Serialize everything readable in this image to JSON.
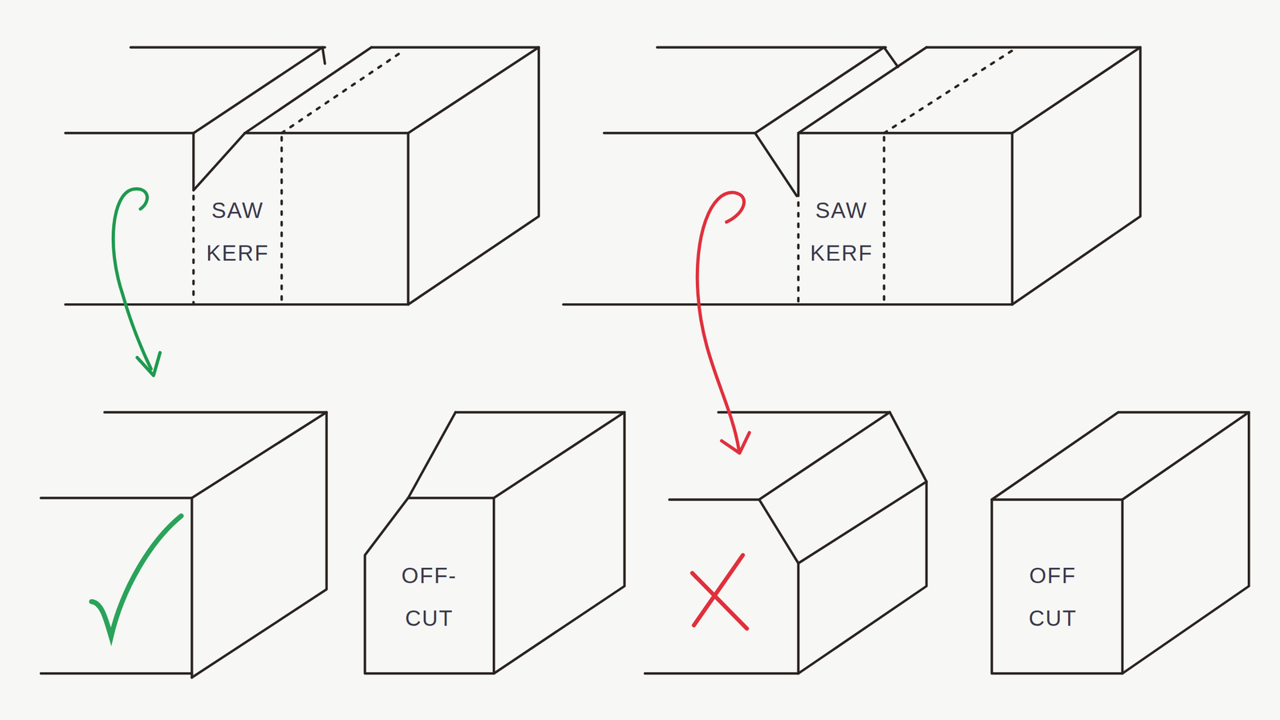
{
  "diagram": {
    "labels": [
      "SAW KERF",
      "SAW KERF",
      "OFF- CUT",
      "OFF CUT"
    ]
  }
}
